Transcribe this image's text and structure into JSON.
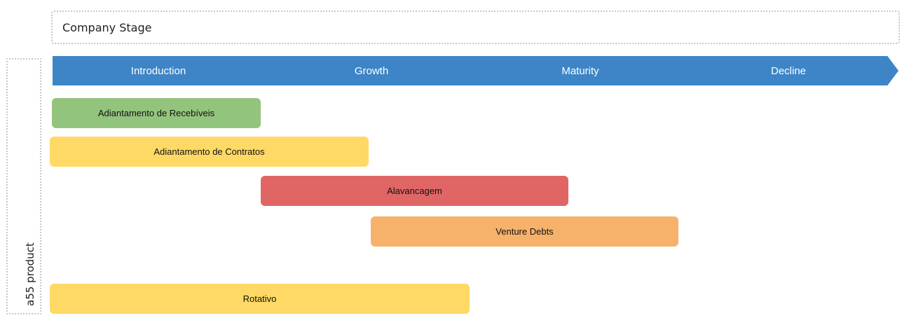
{
  "header": {
    "title": "Company Stage"
  },
  "side": {
    "label": "a55 product"
  },
  "stages": [
    "Introduction",
    "Growth",
    "Maturity",
    "Decline"
  ],
  "products": [
    {
      "name": "Adiantamento de Recebíveis",
      "color": "#93c47d"
    },
    {
      "name": "Adiantamento de Contratos",
      "color": "#ffd966"
    },
    {
      "name": "Alavancagem",
      "color": "#e06666"
    },
    {
      "name": "Venture Debts",
      "color": "#f6b26b"
    },
    {
      "name": "Rotativo",
      "color": "#ffd966"
    }
  ],
  "colors": {
    "stage_arrow": "#3d85c6"
  }
}
